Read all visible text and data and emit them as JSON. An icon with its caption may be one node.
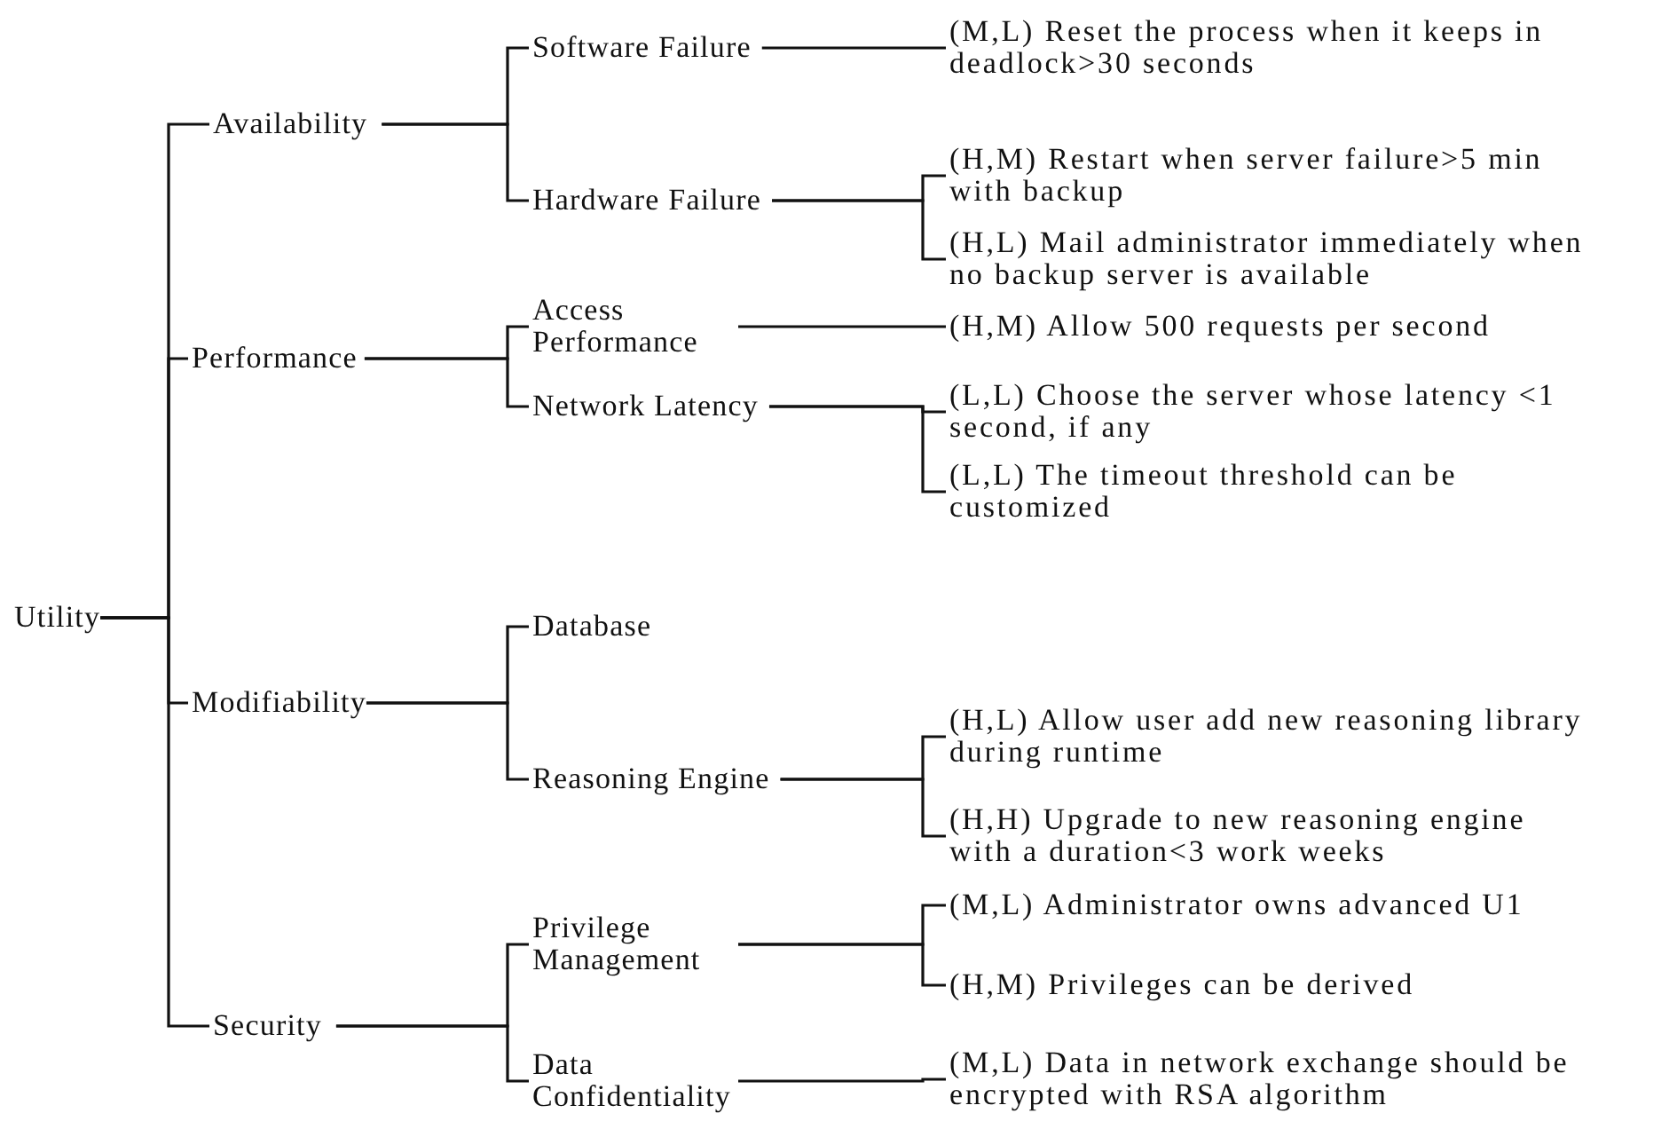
{
  "diagram": {
    "nodes": [
      {
        "text": [
          "Utility"
        ]
      },
      {
        "text": [
          "Availability"
        ]
      },
      {
        "text": [
          "Performance"
        ]
      },
      {
        "text": [
          "Modifiability"
        ]
      },
      {
        "text": [
          "Security"
        ]
      },
      {
        "text": [
          "Software Failure"
        ]
      },
      {
        "text": [
          "Hardware Failure"
        ]
      },
      {
        "text": [
          "Access Performance"
        ]
      },
      {
        "text": [
          "Network Latency"
        ]
      },
      {
        "text": [
          "Database"
        ]
      },
      {
        "text": [
          "Reasoning Engine"
        ]
      },
      {
        "text": [
          "Privilege Management"
        ]
      },
      {
        "text": [
          "Data Confidentiality"
        ]
      },
      {
        "text": [
          "(M,L) Reset the process when it keeps in deadlock>30 seconds"
        ]
      },
      {
        "text": [
          "(H,M) Restart when server failure>5 min with backup"
        ]
      },
      {
        "text": [
          "(H,L) Mail administrator immediately when no backup server is available"
        ]
      },
      {
        "text": [
          "(H,M) Allow 500 requests per second"
        ]
      },
      {
        "text": [
          "(L,L) Choose the server whose latency <1 second, if any"
        ]
      },
      {
        "text": [
          "(L,L) The timeout threshold can be customized"
        ]
      },
      {
        "text": [
          "(H,L) Allow user add new reasoning library during runtime"
        ]
      },
      {
        "text": [
          "(H,H) Upgrade to new reasoning engine with a duration<3 work weeks"
        ]
      },
      {
        "text": [
          "(M,L) Administrator owns advanced U1"
        ]
      },
      {
        "text": [
          "(H,M) Privileges can be derived"
        ]
      },
      {
        "text": [
          "(M,L) Data in network exchange should be encrypted with RSA algorithm"
        ]
      }
    ],
    "edges": [
      {
        "from": 0,
        "to": 1,
        "arrow": "none"
      },
      {
        "from": 0,
        "to": 2,
        "arrow": "none"
      },
      {
        "from": 0,
        "to": 3,
        "arrow": "none"
      },
      {
        "from": 0,
        "to": 4,
        "arrow": "none"
      },
      {
        "from": 1,
        "to": 5,
        "arrow": "none"
      },
      {
        "from": 1,
        "to": 6,
        "arrow": "none"
      },
      {
        "from": 2,
        "to": 7,
        "arrow": "none"
      },
      {
        "from": 2,
        "to": 8,
        "arrow": "none"
      },
      {
        "from": 3,
        "to": 9,
        "arrow": "none"
      },
      {
        "from": 3,
        "to": 10,
        "arrow": "none"
      },
      {
        "from": 4,
        "to": 11,
        "arrow": "none"
      },
      {
        "from": 4,
        "to": 12,
        "arrow": "none"
      },
      {
        "from": 5,
        "to": 13,
        "arrow": "none"
      },
      {
        "from": 6,
        "to": 14,
        "arrow": "none"
      },
      {
        "from": 6,
        "to": 15,
        "arrow": "none"
      },
      {
        "from": 7,
        "to": 16,
        "arrow": "none"
      },
      {
        "from": 8,
        "to": 17,
        "arrow": "none"
      },
      {
        "from": 8,
        "to": 18,
        "arrow": "none"
      },
      {
        "from": 10,
        "to": 19,
        "arrow": "none"
      },
      {
        "from": 10,
        "to": 20,
        "arrow": "none"
      },
      {
        "from": 11,
        "to": 21,
        "arrow": "none"
      },
      {
        "from": 11,
        "to": 22,
        "arrow": "none"
      },
      {
        "from": 12,
        "to": 23,
        "arrow": "none"
      }
    ]
  }
}
